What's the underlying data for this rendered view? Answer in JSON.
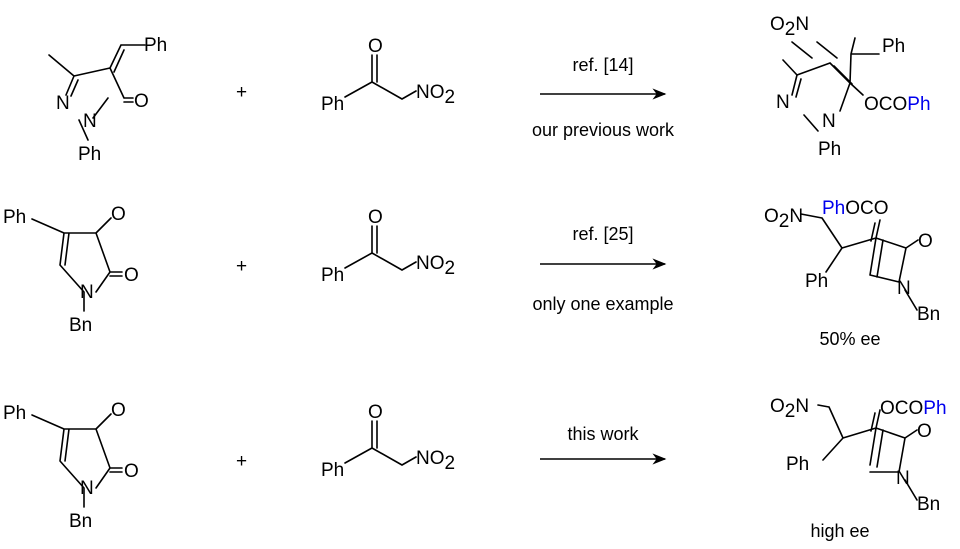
{
  "colors": {
    "ph_red": "#ee0000",
    "ph_blue": "#0000ee",
    "text": "#000000"
  },
  "labels": {
    "ph": "Ph",
    "o": "O",
    "n": "N",
    "no2_n": "O",
    "no2_sub": "2",
    "no2_tail": "N",
    "nitro_right": "NO",
    "two": "2",
    "bn": "Bn",
    "oco": "OCO",
    "plus": "+"
  },
  "reactions": [
    {
      "above_arrow": "ref. [14]",
      "below_arrow": "our previous work",
      "product_note": ""
    },
    {
      "above_arrow": "ref. [25]",
      "below_arrow": "only one example",
      "product_note": "50% ee"
    },
    {
      "above_arrow": "this work",
      "below_arrow": "",
      "product_note": "high ee"
    }
  ]
}
